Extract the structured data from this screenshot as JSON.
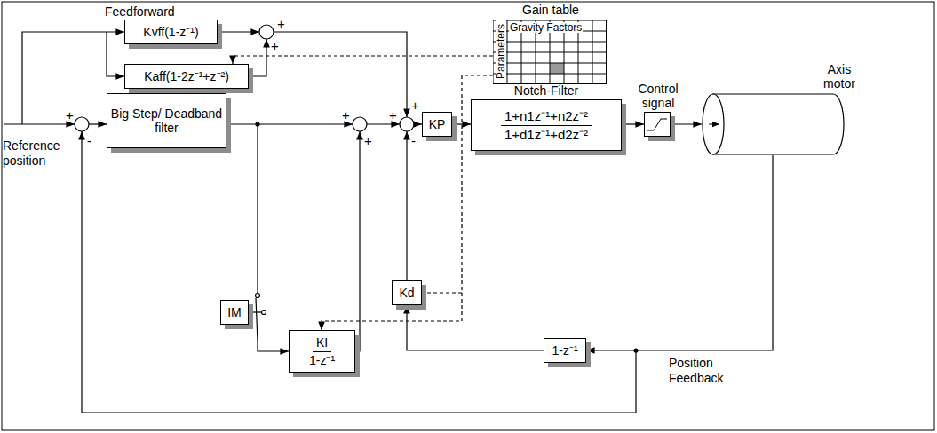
{
  "diagram": {
    "nodes": [
      {
        "text": [
          "Kvff(1-z⁻¹)"
        ]
      },
      {
        "text": [
          "Kaff(1-2z⁻¹+z⁻²)"
        ]
      },
      {
        "text": [
          "Gain table",
          "Gravity Factors",
          "Parameters"
        ]
      },
      {
        "text": [
          "Big Step/ Deadband filter"
        ]
      },
      {
        "text": [
          "KP"
        ]
      },
      {
        "text": [
          "Notch-Filter",
          "1+n1z⁻¹+n2z⁻²",
          "1+d1z⁻¹+d2z⁻²"
        ]
      },
      {
        "text": [
          "Control signal"
        ]
      },
      {
        "text": [
          "Axis motor"
        ]
      },
      {
        "text": [
          "IM"
        ]
      },
      {
        "text": [
          "KI",
          "1-z⁻¹"
        ]
      },
      {
        "text": [
          "Kd"
        ]
      },
      {
        "text": [
          "1-z⁻¹"
        ]
      }
    ],
    "edges": [
      {
        "from": 4,
        "to": 5,
        "arrow": "to"
      },
      {
        "from": 5,
        "to": 6,
        "arrow": "to"
      },
      {
        "from": 6,
        "to": 7,
        "arrow": "to"
      },
      {
        "from": 7,
        "to": 11,
        "arrow": "to",
        "label": "Position Feedback"
      },
      {
        "from": 11,
        "to": 10,
        "arrow": "to"
      },
      {
        "from": 2,
        "to": 1,
        "arrow": "to"
      },
      {
        "from": 2,
        "to": 10,
        "arrow": "none"
      }
    ],
    "labels": [
      "Feedforward",
      "Reference position",
      "+",
      "-",
      "+",
      "+",
      "+",
      "+",
      "+",
      "+",
      "-"
    ]
  }
}
